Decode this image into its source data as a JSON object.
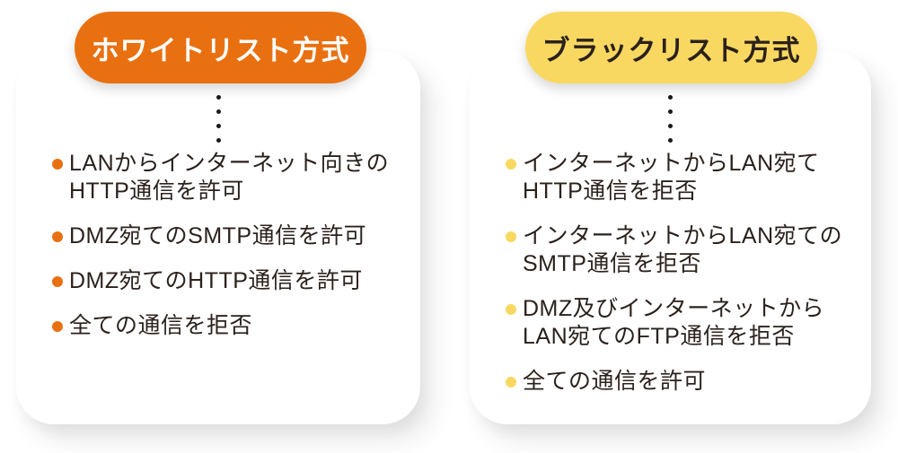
{
  "figure": {
    "background_color": "#FFFFFF",
    "text_color": "#2B211C",
    "connector_dot_color": "#1A1A1A",
    "cards": [
      {
        "title": "ホワイトリスト方式",
        "accent_color": "#E97010",
        "title_text_color": "#FFFFFF",
        "items": [
          "LANからインターネット向きの\nHTTP通信を許可",
          "DMZ宛てのSMTP通信を許可",
          "DMZ宛てのHTTP通信を許可",
          "全ての通信を拒否"
        ]
      },
      {
        "title": "ブラックリスト方式",
        "accent_color": "#F9D862",
        "title_text_color": "#2B211C",
        "items": [
          "インターネットからLAN宛て\nHTTP通信を拒否",
          "インターネットからLAN宛ての\nSMTP通信を拒否",
          "DMZ及びインターネットから\nLAN宛てのFTP通信を拒否",
          "全ての通信を許可"
        ]
      }
    ]
  }
}
